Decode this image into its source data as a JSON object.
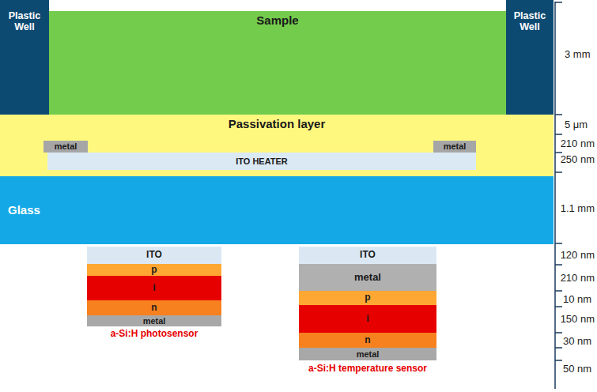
{
  "diagram": {
    "nodes": [
      {
        "text": [
          "Plastic Well"
        ]
      },
      {
        "text": [
          "Sample"
        ]
      },
      {
        "text": [
          "Plastic Well"
        ]
      },
      {
        "text": [
          "Passivation layer"
        ]
      },
      {
        "text": [
          "metal"
        ],
        "in": 3
      },
      {
        "text": [
          "metal"
        ],
        "in": 3
      },
      {
        "text": [
          "ITO HEATER"
        ],
        "in": 3
      },
      {
        "text": [
          "Glass"
        ]
      },
      {
        "text": [
          "ITO"
        ]
      },
      {
        "text": [
          "p"
        ]
      },
      {
        "text": [
          "i"
        ]
      },
      {
        "text": [
          "n"
        ]
      },
      {
        "text": [
          "metal"
        ]
      },
      {
        "text": [
          "ITO"
        ]
      },
      {
        "text": [
          "metal"
        ]
      },
      {
        "text": [
          "p"
        ]
      },
      {
        "text": [
          "i"
        ]
      },
      {
        "text": [
          "n"
        ]
      },
      {
        "text": [
          "metal"
        ]
      }
    ],
    "labels": [
      "a-Si:H photosensor",
      "a-Si:H temperature sensor",
      "3 mm",
      "5 μm",
      "210 nm",
      "250 nm",
      "1.1 mm",
      "120 nm",
      "210 nm",
      "10 nm",
      "150 nm",
      "30 nm",
      "50 nm"
    ]
  }
}
